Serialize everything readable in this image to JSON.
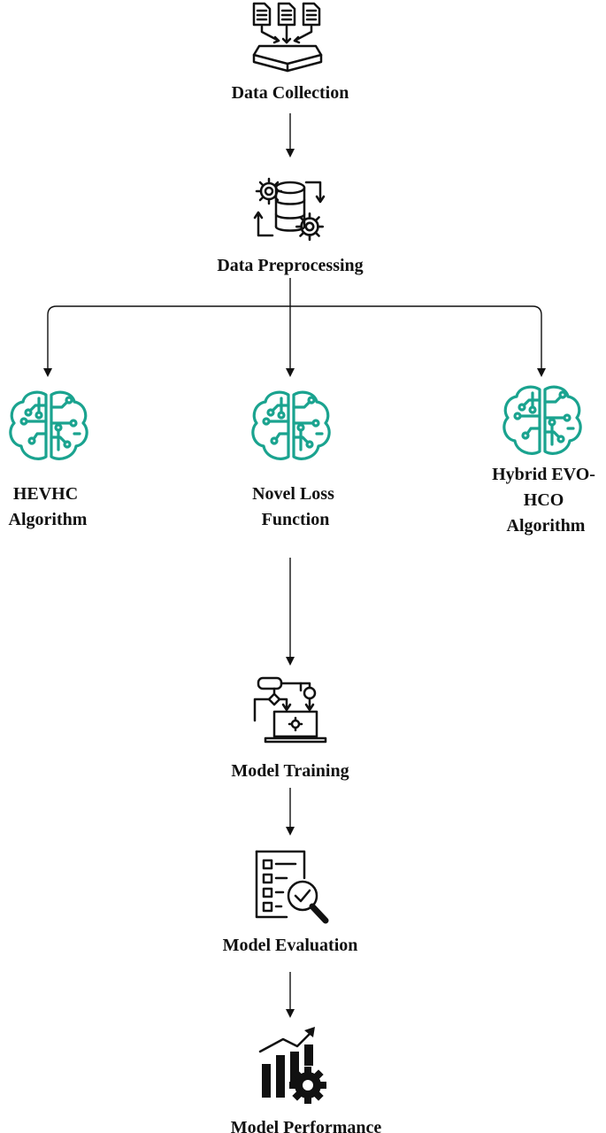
{
  "nodes": {
    "data_collection": {
      "label": "Data Collection",
      "icon": "documents-to-tray-icon"
    },
    "data_preprocessing": {
      "label": "Data Preprocessing",
      "icon": "gears-database-icon"
    },
    "hevhc": {
      "label_lines": [
        "HEVHC",
        "Algorithm"
      ],
      "icon": "ai-brain-icon"
    },
    "novel_loss": {
      "label_lines": [
        "Novel Loss",
        "Function"
      ],
      "icon": "ai-brain-icon"
    },
    "hybrid": {
      "label_lines": [
        "Hybrid EVO-",
        "HCO",
        "Algorithm"
      ],
      "icon": "ai-brain-icon"
    },
    "model_training": {
      "label": "Model Training",
      "icon": "flowchart-laptop-icon"
    },
    "model_evaluation": {
      "label": "Model Evaluation",
      "icon": "checklist-magnifier-icon"
    },
    "model_performance": {
      "label": "Model Performance",
      "icon": "bar-chart-gear-icon"
    }
  },
  "colors": {
    "brain": "#1aa38f",
    "line": "#111111"
  }
}
